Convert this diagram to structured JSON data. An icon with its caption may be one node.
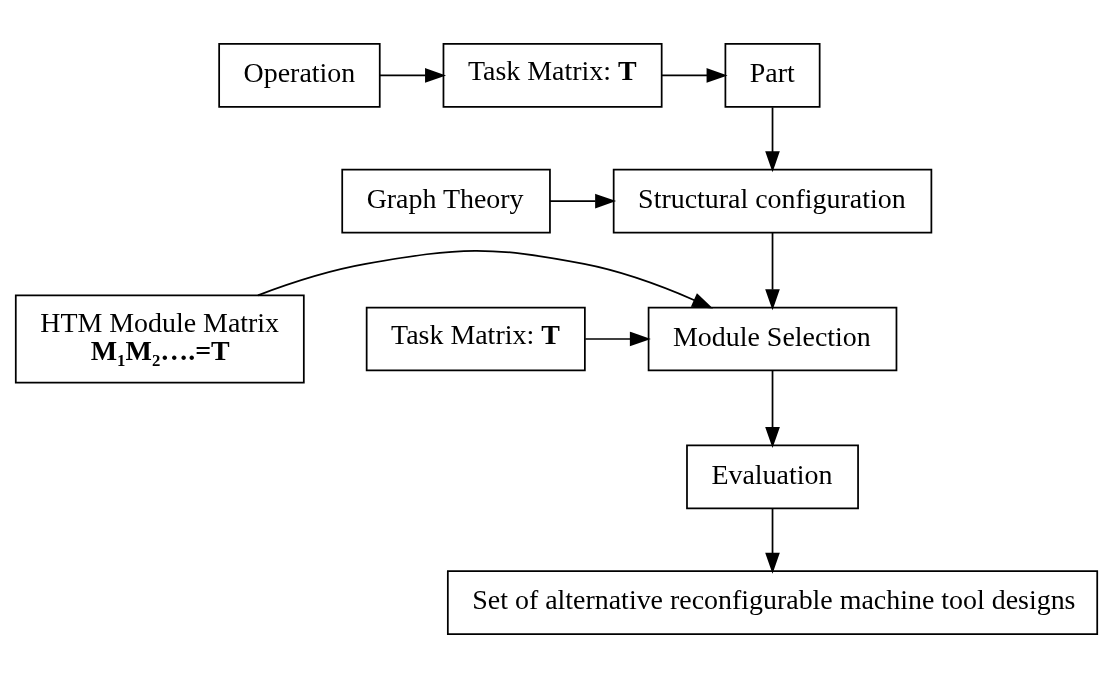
{
  "diagram": {
    "nodes": [
      {
        "text": [
          "Part"
        ]
      },
      {
        "text": [
          "Task Matrix: **T**"
        ]
      },
      {
        "text": [
          "Operation"
        ]
      },
      {
        "text": [
          "Structural configuration"
        ]
      },
      {
        "text": [
          "Graph Theory"
        ]
      },
      {
        "text": [
          "HTM Module Matrix",
          "**M₁M₂….=T**"
        ]
      },
      {
        "text": [
          "Module Selection"
        ]
      },
      {
        "text": [
          "Task Matrix: **T**"
        ]
      },
      {
        "text": [
          "Evaluation"
        ]
      },
      {
        "text": [
          "Set of alternative reconfigurable machine tool designs"
        ]
      }
    ],
    "edges": [
      {
        "from": 2,
        "to": 1,
        "arrow": "to"
      },
      {
        "from": 1,
        "to": 0,
        "arrow": "to"
      },
      {
        "from": 0,
        "to": 3,
        "arrow": "to"
      },
      {
        "from": 4,
        "to": 3,
        "arrow": "to"
      },
      {
        "from": 3,
        "to": 6,
        "arrow": "to"
      },
      {
        "from": 5,
        "to": 6,
        "arrow": "to"
      },
      {
        "from": 7,
        "to": 6,
        "arrow": "to"
      },
      {
        "from": 6,
        "to": 8,
        "arrow": "to"
      },
      {
        "from": 8,
        "to": 9,
        "arrow": "to"
      }
    ]
  }
}
